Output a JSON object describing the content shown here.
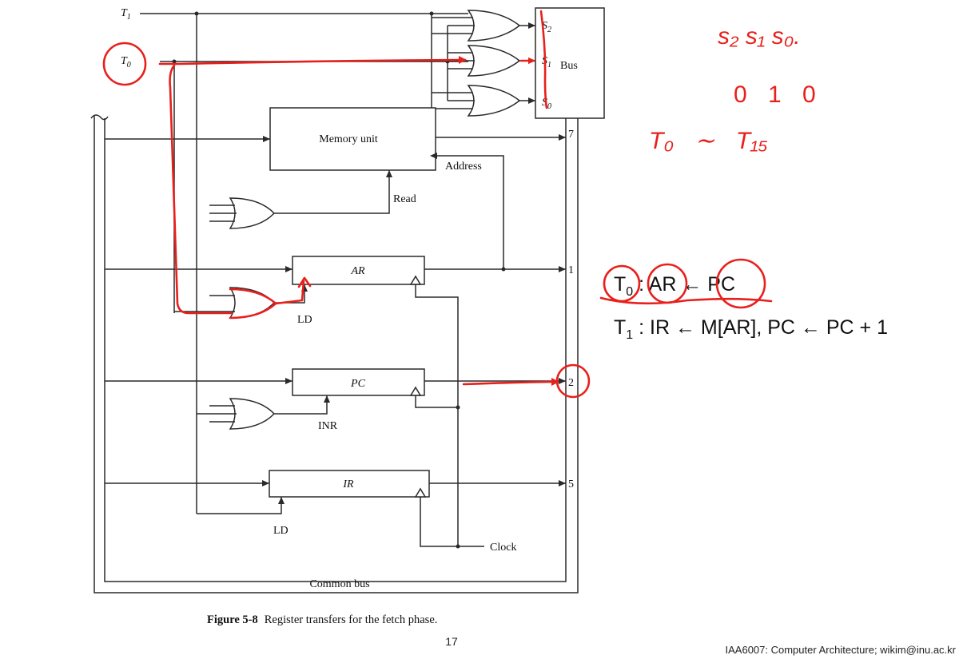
{
  "diagram": {
    "inputs": {
      "t1": "T",
      "t1_sub": "1",
      "t0": "T",
      "t0_sub": "0"
    },
    "bus_unit": {
      "label": "Bus",
      "s2": "S",
      "s2_sub": "2",
      "s1": "S",
      "s1_sub": "1",
      "s0": "S",
      "s0_sub": "0"
    },
    "memory_unit": {
      "label": "Memory unit",
      "address": "Address",
      "read": "Read",
      "bus_index": "7"
    },
    "ar": {
      "label": "AR",
      "control": "LD",
      "bus_index": "1"
    },
    "pc": {
      "label": "PC",
      "control": "INR",
      "bus_index": "2"
    },
    "ir": {
      "label": "IR",
      "control": "LD",
      "bus_index": "5"
    },
    "clock": "Clock",
    "common_bus": "Common bus",
    "caption_number": "Figure 5-8",
    "caption_text": "Register transfers for the fetch phase."
  },
  "annotations": {
    "select_heading": "s₂ s₁ s₀.",
    "select_values": "0 1 0",
    "timing_range": "T₀ ∼ T₁₅"
  },
  "microoperations": {
    "line1": {
      "timing": "T",
      "timing_sub": "0",
      "text": " : AR ← PC"
    },
    "line2": {
      "timing": "T",
      "timing_sub": "1",
      "text": " : IR ← M[AR], PC ← PC + 1"
    }
  },
  "slide": {
    "page_number": "17",
    "footer": "IAA6007: Computer Architecture; wikim@inu.ac.kr"
  },
  "colors": {
    "ink": "#e8201c",
    "line": "#2a2a2a",
    "text": "#111111",
    "background": "#ffffff"
  }
}
